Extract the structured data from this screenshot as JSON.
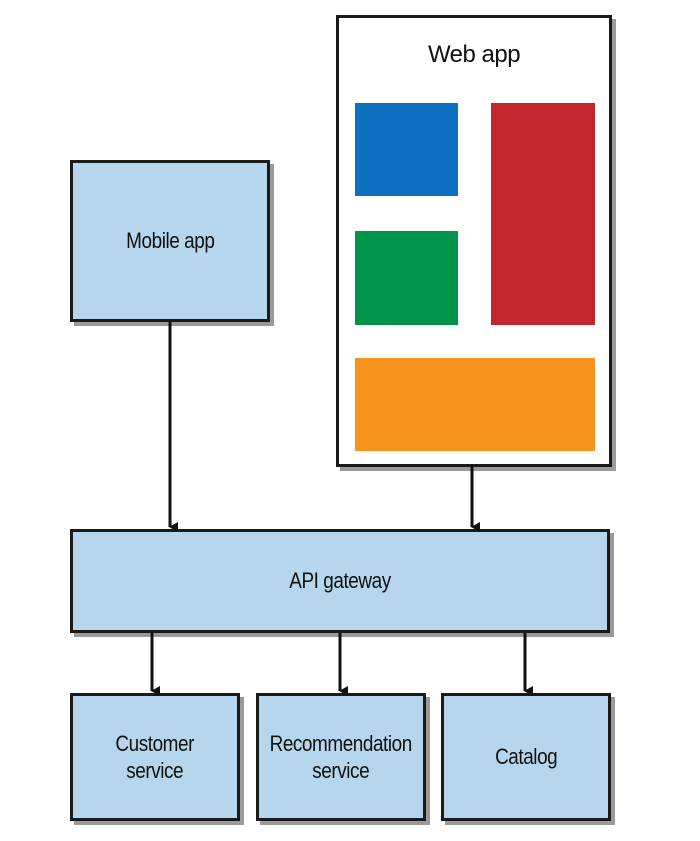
{
  "diagram": {
    "mobile_app": {
      "label": "Mobile app"
    },
    "web_app": {
      "label": "Web app",
      "tiles": [
        {
          "color": "#0d6fbf"
        },
        {
          "color": "#c3262d"
        },
        {
          "color": "#00934a"
        },
        {
          "color": "#f7941e"
        }
      ]
    },
    "api_gateway": {
      "label": "API gateway"
    },
    "services": [
      {
        "label": "Customer\nservice"
      },
      {
        "label": "Recommendation\nservice"
      },
      {
        "label": "Catalog"
      }
    ]
  },
  "colors": {
    "box_fill": "#b6d6ee",
    "border": "#1a1a1a",
    "shadow": "#9a9a9a",
    "arrow": "#111111"
  }
}
